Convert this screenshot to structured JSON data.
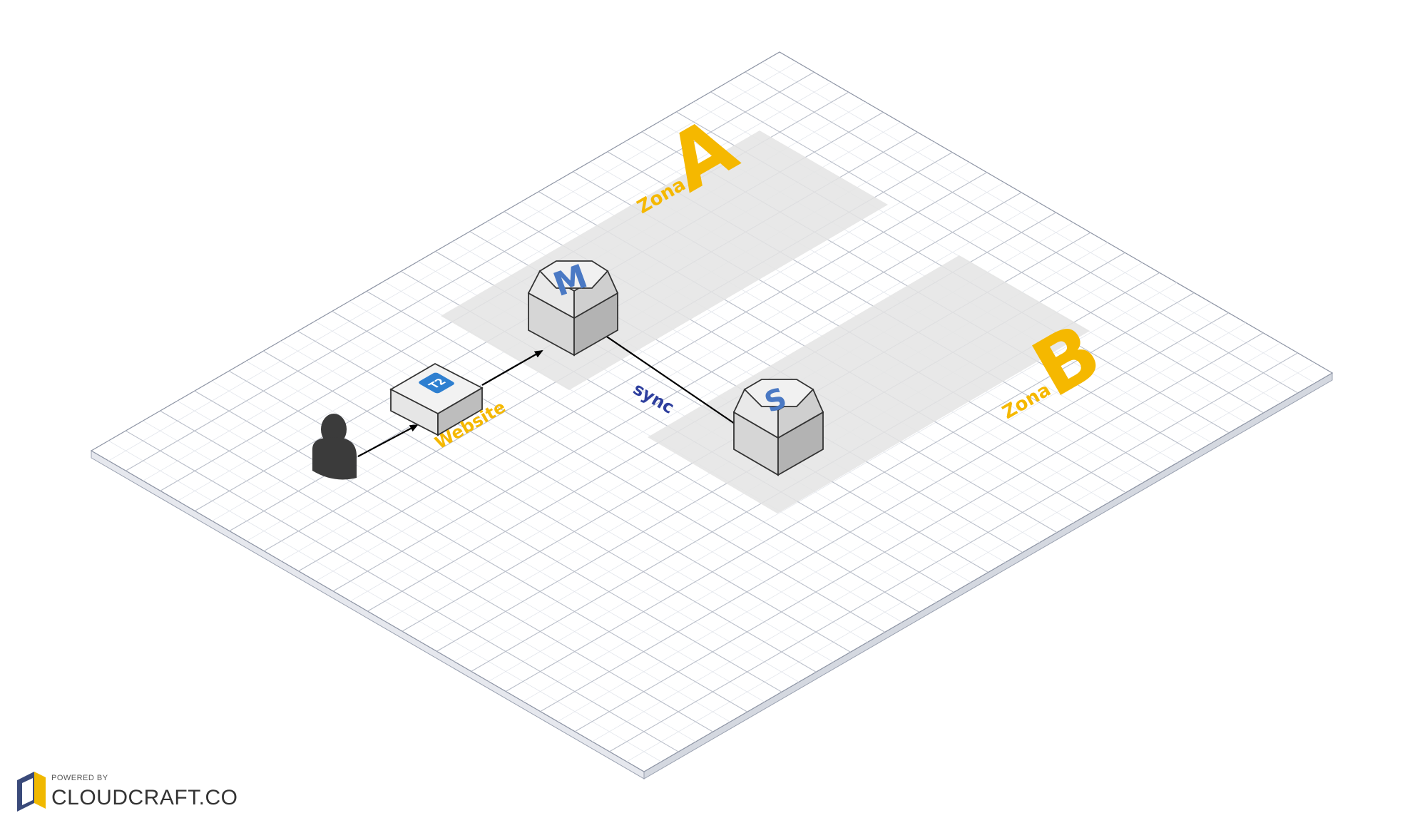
{
  "diagram": {
    "zones": [
      {
        "id": "zone-a",
        "prefix": "Zona",
        "letter": "A"
      },
      {
        "id": "zone-b",
        "prefix": "Zona",
        "letter": "B"
      }
    ],
    "nodes": {
      "user": {
        "icon": "user-icon"
      },
      "web_server": {
        "badge": "T2",
        "label": "Website"
      },
      "db_master": {
        "letter": "M"
      },
      "db_slave": {
        "letter": "S"
      }
    },
    "connections": {
      "sync_label": "sync"
    }
  },
  "branding": {
    "powered_by": "POWERED BY",
    "name": "CLOUDCRAFT.CO",
    "icon": "cloudcraft-logo-icon"
  },
  "colors": {
    "zone_label": "#f5b800",
    "letter_blue": "#4a79c4",
    "sync_text": "#2e3f9e",
    "badge_bg": "#2e7fd0",
    "grid_line": "#c8ccd4"
  }
}
